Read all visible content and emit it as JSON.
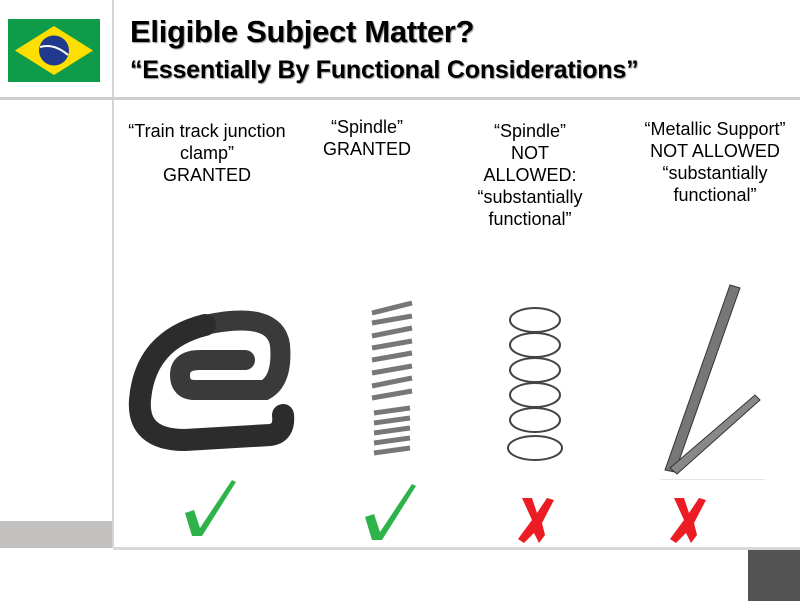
{
  "header": {
    "title": "Eligible Subject Matter?",
    "subtitle": "“Essentially By Functional Considerations”",
    "flag": "brazil-flag"
  },
  "items": [
    {
      "lines": [
        "“Train track junction",
        "clamp”",
        "GRANTED"
      ],
      "result": "check",
      "image": "train-track-clamp"
    },
    {
      "lines": [
        "“Spindle”",
        "GRANTED"
      ],
      "result": "check",
      "image": "spindle-spring"
    },
    {
      "lines": [
        "“Spindle”",
        "NOT",
        "ALLOWED:",
        "“substantially",
        "functional”"
      ],
      "result": "cross",
      "image": "spindle-spiral"
    },
    {
      "lines": [
        "“Metallic Support”",
        "NOT ALLOWED",
        "“substantially",
        "functional”"
      ],
      "result": "cross",
      "image": "metallic-support"
    }
  ],
  "colors": {
    "check": "#2db34a",
    "cross": "#ec1c24",
    "flag_green": "#0f9c4a",
    "flag_yellow": "#fedf00",
    "flag_blue": "#1f3a8c"
  }
}
